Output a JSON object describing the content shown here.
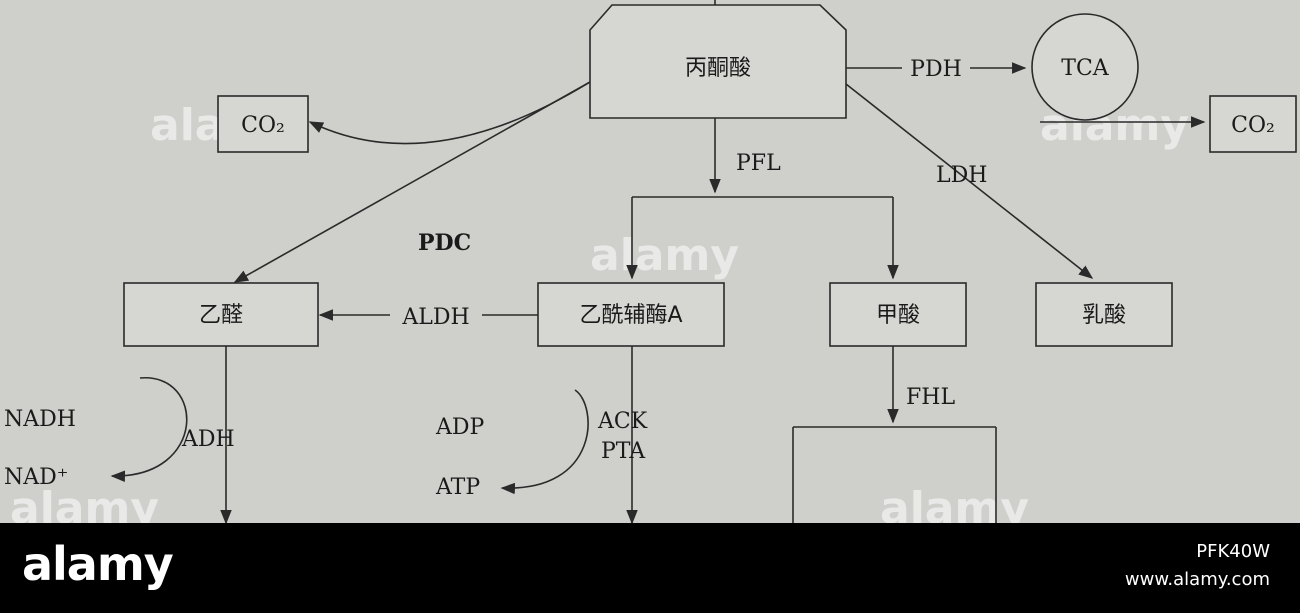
{
  "nodes": {
    "pyruvate": "丙酮酸",
    "co2_left": "CO₂",
    "tca": "TCA",
    "co2_right": "CO₂",
    "acetaldehyde": "乙醛",
    "acetyl_coa": "乙酰辅酶A",
    "formate": "甲酸",
    "lactate": "乳酸"
  },
  "enzymes": {
    "pdh": "PDH",
    "pfl": "PFL",
    "ldh": "LDH",
    "pdc": "PDC",
    "aldh": "ALDH",
    "adh": "ADH",
    "ack": "ACK",
    "pta": "PTA",
    "fhl": "FHL"
  },
  "cofactors": {
    "nadh": "NADH",
    "nad": "NAD⁺",
    "adp": "ADP",
    "atp": "ATP"
  },
  "watermark": {
    "text": "alamy"
  },
  "footer": {
    "logo": "alamy",
    "image_id": "PFK40W",
    "url": "www.alamy.com"
  }
}
